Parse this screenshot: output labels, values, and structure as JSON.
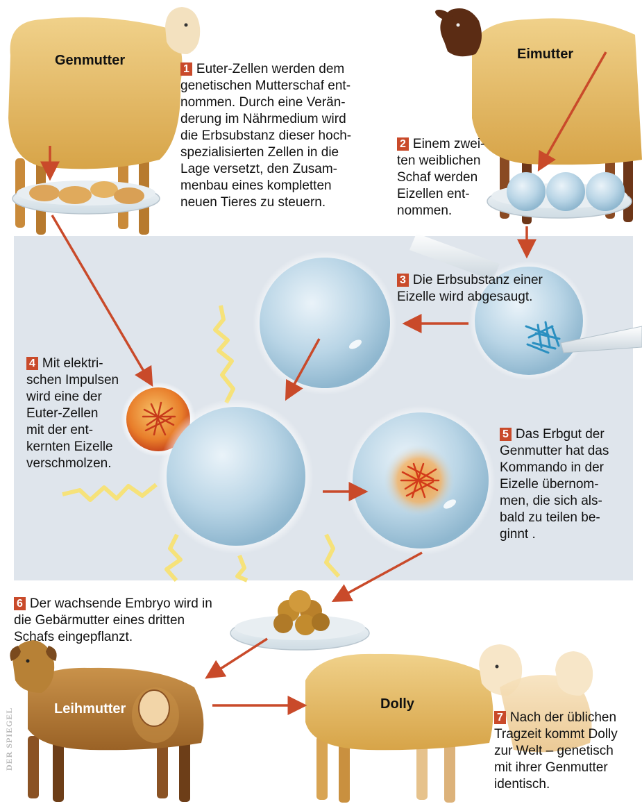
{
  "sheep": {
    "genmutter": "Genmutter",
    "eimutter": "Eimutter",
    "leihmutter": "Leihmutter",
    "dolly": "Dolly"
  },
  "steps": [
    {
      "num": "1",
      "lines": [
        "Euter-Zellen werden dem",
        "genetischen Mutterschaf ent-",
        "nommen. Durch eine Verän-",
        "derung im Nährmedium wird",
        "die Erbsubstanz dieser hoch-",
        "spezialisierten Zellen in die",
        "Lage versetzt, den Zusam-",
        "menbau eines kompletten",
        "neuen Tieres zu steuern."
      ]
    },
    {
      "num": "2",
      "lines": [
        "Einem zwei-",
        "ten weiblichen",
        "Schaf werden",
        "Eizellen ent-",
        "nommen."
      ]
    },
    {
      "num": "3",
      "lines": [
        "Die Erbsubstanz einer",
        "Eizelle wird abgesaugt."
      ]
    },
    {
      "num": "4",
      "lines": [
        "Mit elektri-",
        "schen Impulsen",
        "wird eine der",
        "Euter-Zellen",
        "mit der ent-",
        "kernten Eizelle",
        "verschmolzen."
      ]
    },
    {
      "num": "5",
      "lines": [
        "Das Erbgut der",
        "Genmutter hat das",
        "Kommando in der",
        "Eizelle übernom-",
        "men, die sich als-",
        "bald zu teilen be-",
        "ginnt ."
      ]
    },
    {
      "num": "6",
      "lines": [
        "Der wachsende Embryo wird in",
        "die Gebärmutter eines dritten",
        "Schafs eingepflanzt."
      ]
    },
    {
      "num": "7",
      "lines": [
        "Nach der üblichen",
        "Tragzeit kommt Dolly",
        "zur Welt – genetisch",
        "mit ihrer Genmutter",
        "identisch."
      ]
    }
  ],
  "credit": "DER SPIEGEL",
  "colors": {
    "arrow": "#c94a2a",
    "panel": "#dfe5ec",
    "wool": "#e3bd68",
    "wool_dark": "#c48a2c",
    "cell": "#b5d3e6",
    "number_bg": "#c94a2a"
  }
}
